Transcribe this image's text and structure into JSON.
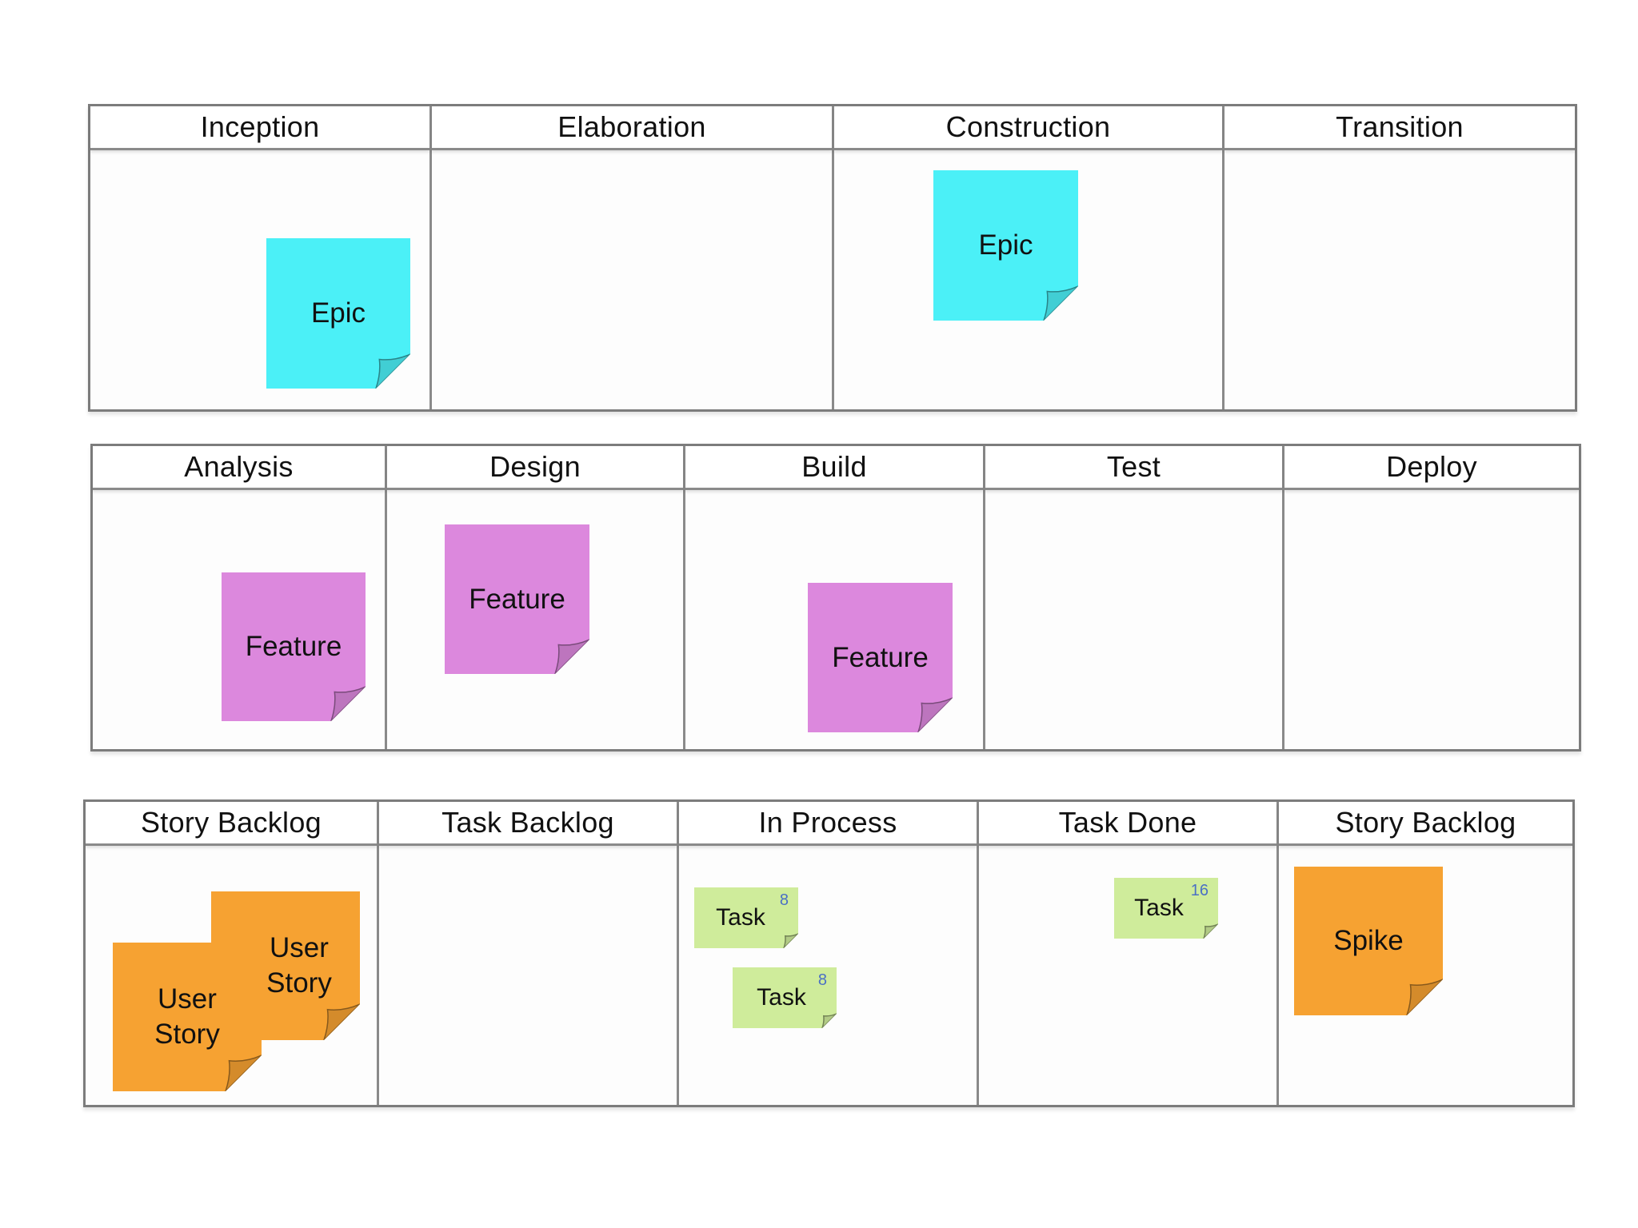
{
  "colors": {
    "epic": "#4bf0f7",
    "feature": "#dc88dd",
    "story": "#f6a232",
    "task": "#cfec9b",
    "border": "#7c7c7c",
    "badge": "#4a6fc5"
  },
  "rows": [
    {
      "name": "phases",
      "columns": [
        {
          "title": "Inception"
        },
        {
          "title": "Elaboration"
        },
        {
          "title": "Construction"
        },
        {
          "title": "Transition"
        }
      ]
    },
    {
      "name": "feature-flow",
      "columns": [
        {
          "title": "Analysis"
        },
        {
          "title": "Design"
        },
        {
          "title": "Build"
        },
        {
          "title": "Test"
        },
        {
          "title": "Deploy"
        }
      ]
    },
    {
      "name": "task-flow",
      "columns": [
        {
          "title": "Story Backlog"
        },
        {
          "title": "Task Backlog"
        },
        {
          "title": "In Process"
        },
        {
          "title": "Task Done"
        },
        {
          "title": "Story Backlog"
        }
      ]
    }
  ],
  "notes": {
    "epic_inception": {
      "text": "Epic"
    },
    "epic_construction": {
      "text": "Epic"
    },
    "feature_analysis": {
      "text": "Feature"
    },
    "feature_design": {
      "text": "Feature"
    },
    "feature_build": {
      "text": "Feature"
    },
    "story_back": {
      "text_line1": "User",
      "text_line2": "Story"
    },
    "story_front": {
      "text_line1": "User",
      "text_line2": "Story"
    },
    "task_inprocess_1": {
      "text": "Task",
      "estimate": "8"
    },
    "task_inprocess_2": {
      "text": "Task",
      "estimate": "8"
    },
    "task_done": {
      "text": "Task",
      "estimate": "16"
    },
    "spike": {
      "text": "Spike"
    }
  }
}
